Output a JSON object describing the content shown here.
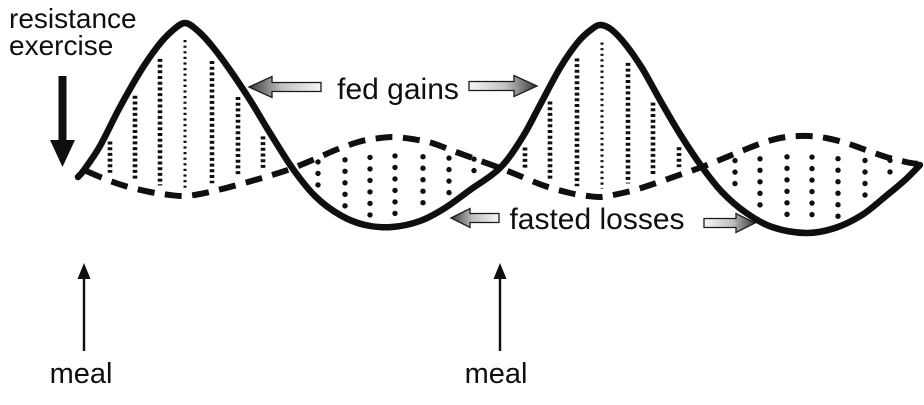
{
  "background": "#ffffff",
  "ink_color": "#0f0f0f",
  "labels": {
    "resistance_exercise": {
      "line1": "resistance",
      "line2": "exercise"
    },
    "fed_gains": "fed gains",
    "fasted_losses": "fasted losses",
    "meal_left": "meal",
    "meal_right": "meal"
  },
  "arrows": {
    "gradient_light": "#f6f6f6",
    "gradient_mid": "#c0c0c0",
    "gradient_dark": "#3a3a3a",
    "outline": "#1a1a1a",
    "resistance_exercise_down": {
      "x": 62.5,
      "y_top": 76,
      "y_head": 140,
      "y_tip": 167,
      "shaft_w": 8,
      "head_w": 25
    },
    "meal_left_up": {
      "x": 84,
      "y_bottom": 351,
      "y_tip": 263
    },
    "meal_right_up": {
      "x": 500,
      "y_bottom": 351,
      "y_tip": 263
    },
    "fed_gains_left": {
      "tip_x": 249,
      "tail_x": 321,
      "y": 87,
      "shaft_h": 9,
      "head_w": 21,
      "head_l": 23
    },
    "fed_gains_right": {
      "tip_x": 537,
      "tail_x": 469,
      "y": 86,
      "shaft_h": 9,
      "head_w": 21,
      "head_l": 23
    },
    "fasted_losses_left": {
      "tip_x": 451,
      "tail_x": 499,
      "y": 218,
      "shaft_h": 9,
      "head_w": 19,
      "head_l": 19
    },
    "fasted_losses_right": {
      "tip_x": 755,
      "tail_x": 704,
      "y": 223,
      "shaft_h": 9,
      "head_w": 19,
      "head_l": 19
    }
  },
  "chart_data": {
    "type": "line",
    "title": "",
    "series": [
      {
        "name": "solid_wave",
        "stroke_style": "solid",
        "points": [
          [
            78,
            177
          ],
          [
            84,
            170
          ],
          [
            100,
            146
          ],
          [
            120,
            107
          ],
          [
            140,
            72
          ],
          [
            158,
            46
          ],
          [
            172,
            31
          ],
          [
            185,
            23
          ],
          [
            198,
            31
          ],
          [
            212,
            46
          ],
          [
            230,
            70
          ],
          [
            250,
            100
          ],
          [
            270,
            133
          ],
          [
            293,
            169
          ],
          [
            315,
            196
          ],
          [
            340,
            215
          ],
          [
            365,
            225
          ],
          [
            392,
            227
          ],
          [
            420,
            221
          ],
          [
            445,
            208
          ],
          [
            470,
            190
          ],
          [
            500,
            168
          ],
          [
            522,
            138
          ],
          [
            540,
            105
          ],
          [
            560,
            68
          ],
          [
            578,
            42
          ],
          [
            592,
            29
          ],
          [
            601,
            25
          ],
          [
            612,
            30
          ],
          [
            626,
            45
          ],
          [
            642,
            68
          ],
          [
            660,
            100
          ],
          [
            680,
            134
          ],
          [
            702,
            167
          ],
          [
            722,
            192
          ],
          [
            745,
            212
          ],
          [
            772,
            227
          ],
          [
            806,
            233
          ],
          [
            835,
            228
          ],
          [
            862,
            215
          ],
          [
            886,
            196
          ],
          [
            905,
            180
          ],
          [
            920,
            165
          ]
        ]
      },
      {
        "name": "dashed_wave",
        "stroke_style": "dashed",
        "points": [
          [
            86,
            171
          ],
          [
            105,
            179
          ],
          [
            125,
            186
          ],
          [
            150,
            192
          ],
          [
            170,
            195
          ],
          [
            184,
            196
          ],
          [
            200,
            194
          ],
          [
            222,
            189
          ],
          [
            248,
            182
          ],
          [
            272,
            175
          ],
          [
            293,
            168
          ],
          [
            315,
            159
          ],
          [
            338,
            149
          ],
          [
            362,
            141
          ],
          [
            380,
            138
          ],
          [
            394,
            137
          ],
          [
            412,
            139
          ],
          [
            432,
            143
          ],
          [
            456,
            152
          ],
          [
            478,
            160
          ],
          [
            500,
            168
          ],
          [
            520,
            176
          ],
          [
            545,
            186
          ],
          [
            570,
            193
          ],
          [
            588,
            196
          ],
          [
            601,
            197
          ],
          [
            618,
            194
          ],
          [
            638,
            189
          ],
          [
            662,
            181
          ],
          [
            682,
            174
          ],
          [
            702,
            167
          ],
          [
            722,
            159
          ],
          [
            744,
            150
          ],
          [
            765,
            142
          ],
          [
            786,
            137
          ],
          [
            808,
            136
          ],
          [
            826,
            138
          ],
          [
            846,
            143
          ],
          [
            866,
            150
          ],
          [
            886,
            157
          ],
          [
            906,
            162
          ],
          [
            918,
            164
          ]
        ]
      }
    ],
    "fill_columns": {
      "peaks": {
        "style": "dense-dotted-vertical-lines",
        "x_positions": [
          [
            110,
            135,
            160,
            185,
            212,
            238,
            263
          ],
          [
            525,
            550,
            577,
            602,
            628,
            653,
            679
          ]
        ]
      },
      "troughs": {
        "style": "round-dot-columns",
        "x_positions": [
          [
            318,
            345,
            370,
            395,
            423,
            449,
            474
          ],
          [
            735,
            760,
            787,
            812,
            838,
            865,
            890
          ]
        ]
      }
    }
  }
}
